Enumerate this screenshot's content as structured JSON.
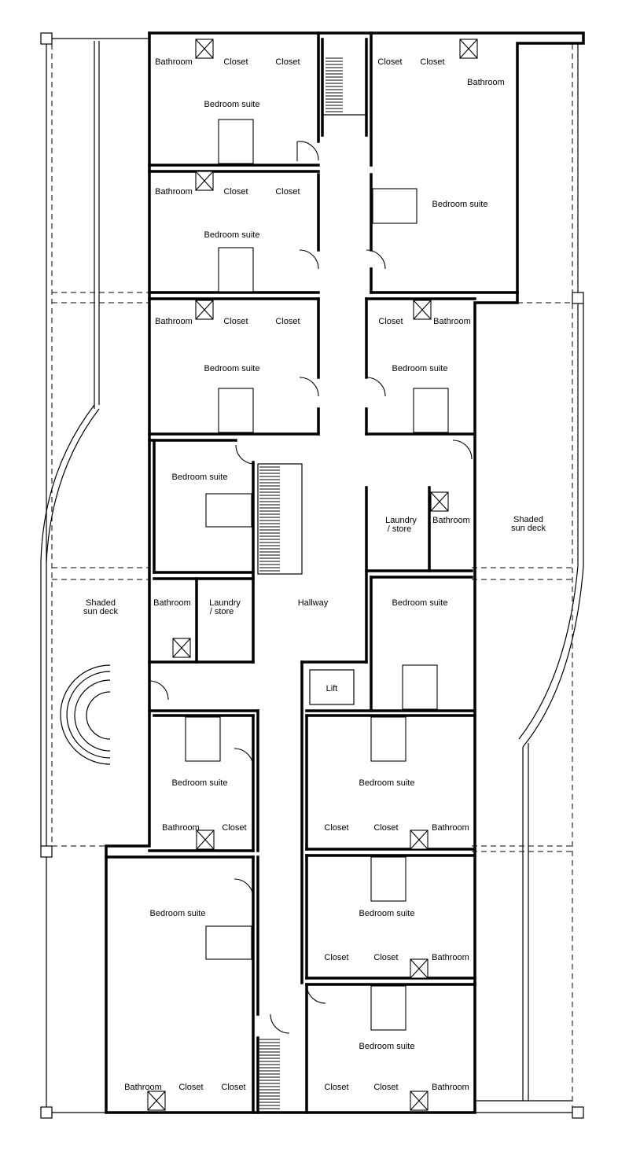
{
  "rooms": [
    {
      "text": "Bathroom"
    },
    {
      "text": "Closet"
    },
    {
      "text": "Closet"
    },
    {
      "text": "Bedroom suite"
    },
    {
      "text": "Closet"
    },
    {
      "text": "Closet"
    },
    {
      "text": "Bathroom"
    },
    {
      "text": "Bedroom suite"
    },
    {
      "text": "Bathroom"
    },
    {
      "text": "Closet"
    },
    {
      "text": "Closet"
    },
    {
      "text": "Bedroom suite"
    },
    {
      "text": "Bathroom"
    },
    {
      "text": "Closet"
    },
    {
      "text": "Closet"
    },
    {
      "text": "Bedroom suite"
    },
    {
      "text": "Closet"
    },
    {
      "text": "Bathroom"
    },
    {
      "text": "Bedroom suite"
    },
    {
      "text": "Bedroom suite"
    },
    {
      "text": "Laundry"
    },
    {
      "text": "/ store"
    },
    {
      "text": "Bathroom"
    },
    {
      "text": "Shaded"
    },
    {
      "text": "sun deck"
    },
    {
      "text": "Bathroom"
    },
    {
      "text": "Laundry"
    },
    {
      "text": "/ store"
    },
    {
      "text": "Hallway"
    },
    {
      "text": "Bedroom suite"
    },
    {
      "text": "Shaded"
    },
    {
      "text": "sun deck"
    },
    {
      "text": "Lift"
    },
    {
      "text": "Bedroom suite"
    },
    {
      "text": "Bathroom"
    },
    {
      "text": "Closet"
    },
    {
      "text": "Bedroom suite"
    },
    {
      "text": "Closet"
    },
    {
      "text": "Closet"
    },
    {
      "text": "Bathroom"
    },
    {
      "text": "Bedroom suite"
    },
    {
      "text": "Bedroom suite"
    },
    {
      "text": "Closet"
    },
    {
      "text": "Closet"
    },
    {
      "text": "Bathroom"
    },
    {
      "text": "Bedroom suite"
    },
    {
      "text": "Closet"
    },
    {
      "text": "Closet"
    },
    {
      "text": "Bathroom"
    },
    {
      "text": "Bathroom"
    },
    {
      "text": "Closet"
    },
    {
      "text": "Closet"
    }
  ]
}
